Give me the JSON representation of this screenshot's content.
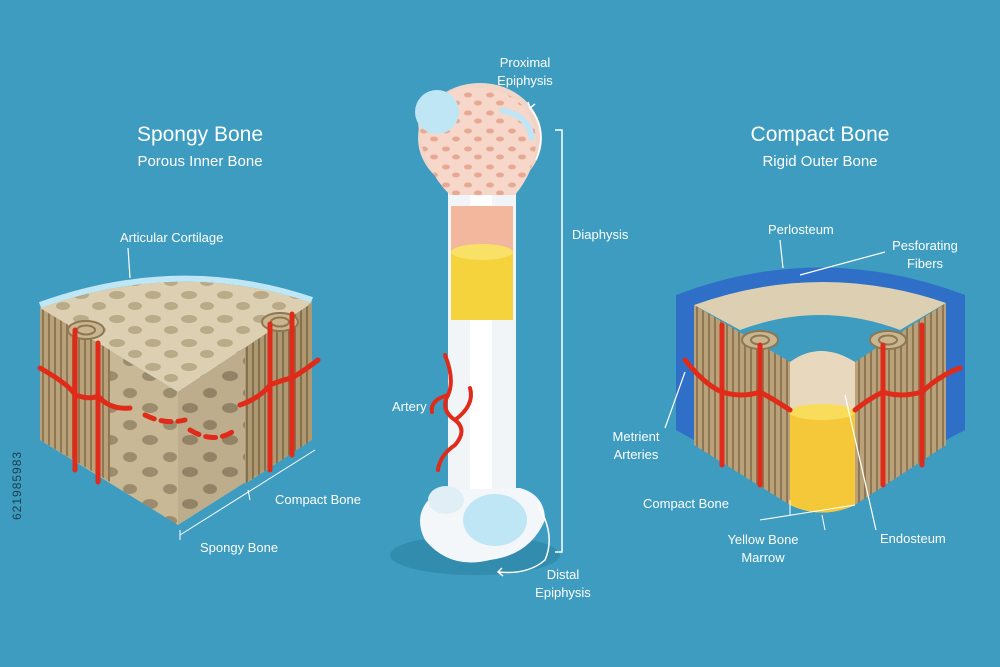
{
  "spongy": {
    "title": "Spongy Bone",
    "subtitle": "Porous Inner Bone"
  },
  "compact": {
    "title": "Compact Bone",
    "subtitle": "Rigid Outer Bone"
  },
  "labels": {
    "articular": "Articular Cortilage",
    "compact_bone_left": "Compact Bone",
    "spongy_bone": "Spongy Bone",
    "proximal_1": "Proximal",
    "proximal_2": "Epiphysis",
    "diaphysis": "Diaphysis",
    "artery": "Artery",
    "distal_1": "Distal",
    "distal_2": "Epiphysis",
    "periosteum": "Perlosteum",
    "perforating_1": "Pesforating",
    "perforating_2": "Fibers",
    "metrient_1": "Metrient",
    "metrient_2": "Arteries",
    "compact_bone_right": "Compact Bone",
    "yellow_1": "Yellow Bone",
    "yellow_2": "Marrow",
    "endosteum": "Endosteum"
  },
  "stock_id": "621985983",
  "colors": {
    "background": "#3d9cbf",
    "bone": "#e6d8b8",
    "artery": "#e02b1a",
    "marrow": "#f5c83a",
    "cartilage": "#bfe6f5",
    "periosteum": "#2f6fc8"
  }
}
